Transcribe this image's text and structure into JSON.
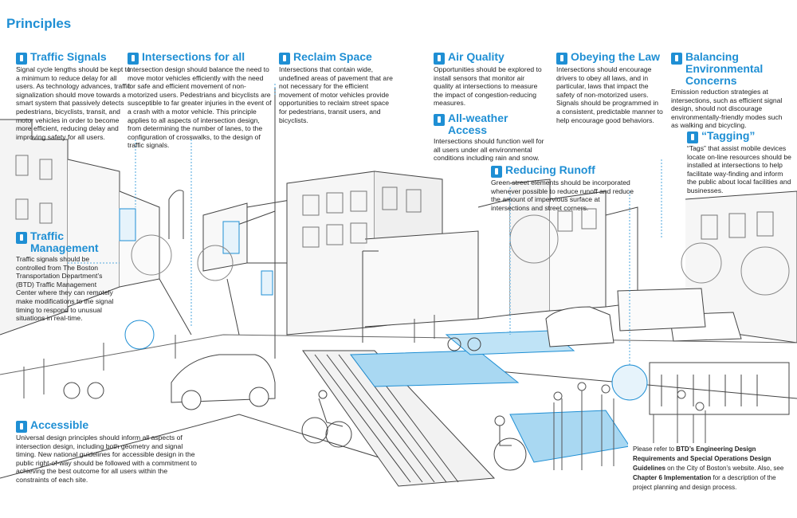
{
  "page_title": "Principles",
  "principles": {
    "traffic_signals": {
      "title": "Traffic Signals",
      "text": "Signal cycle lengths should be kept to a minimum to reduce delay for all users. As technology advances, traffic signalization should move towards a smart system that passively detects pedestrians, bicyclists, transit, and motor vehicles in order to become more efficient, reducing delay and improving safety for all users."
    },
    "intersections": {
      "title": "Intersections for all",
      "text": "Intersection design should balance the need to move motor vehicles efficiently with the need for safe and efficient movement of non-motorized users. Pedestrians and bicyclists are susceptible to far greater injuries in the event of a crash with a motor vehicle. This principle applies to all aspects of intersection design, from determining the number of lanes, to the configuration of crosswalks, to the design of traffic signals."
    },
    "reclaim_space": {
      "title": "Reclaim Space",
      "text": "Intersections that contain wide, undefined areas of pavement that are not necessary for the efficient movement of motor vehicles provide opportunities to reclaim street space for pedestrians, transit users, and bicyclists."
    },
    "air_quality": {
      "title": "Air Quality",
      "text": "Opportunities should be explored to install sensors that monitor air quality at intersections to measure the impact of congestion-reducing measures."
    },
    "obeying_law": {
      "title": "Obeying the Law",
      "text": "Intersections should encourage drivers to obey all laws, and in particular, laws that impact the safety of non-motorized users. Signals should be programmed in a consistent, predictable manner to help encourage good behaviors."
    },
    "environmental": {
      "title": "Balancing Environmental Concerns",
      "text": "Emission reduction strategies at intersections, such as efficient signal design, should not discourage environmentally-friendly modes such as walking and bicycling."
    },
    "all_weather": {
      "title": "All-weather Access",
      "text": "Intersections should function well for all users under all environmental conditions including rain and snow."
    },
    "tagging": {
      "title": "“Tagging”",
      "text": "“Tags” that assist mobile devices locate on-line resources should be installed at intersections to help facilitate way-finding and inform the public about local facilities and businesses."
    },
    "runoff": {
      "title": "Reducing Runoff",
      "text": "Green street elements should be incorporated whenever possible to reduce runoff and reduce the amount of impervious surface at intersections and street corners."
    },
    "traffic_mgmt": {
      "title": "Traffic Management",
      "text": "Traffic signals should be controlled from The Boston Transportation Department’s (BTD) Traffic Management Center where they can remotely make modifications to the signal timing to respond to unusual situations in real-time."
    },
    "accessible": {
      "title": "Accessible",
      "text": "Universal design principles should inform all aspects of intersection design, including both geometry and signal timing. New national guidelines for accessible design in the public right-of-way should be followed with a commitment to achieving the best outcome for all users within the constraints of each site."
    }
  },
  "note": {
    "p1": "Please refer to ",
    "b1": "BTD’s Engineering Design Requirements and Special Operations Design Guidelines",
    "p2": " on the City of Boston’s website. Also, see ",
    "b2": "Chapter 6 Implementation",
    "p3": " for a description of the project planning and design process."
  },
  "colors": {
    "accent": "#1f8fd4",
    "water": "#a9d8f2"
  },
  "icons": [
    "signal-icon",
    "pedestrian-icon",
    "walk-icon",
    "sensor-icon",
    "law-icon",
    "leaf-icon",
    "weather-icon",
    "tag-icon",
    "runoff-icon",
    "management-icon",
    "accessible-icon"
  ]
}
